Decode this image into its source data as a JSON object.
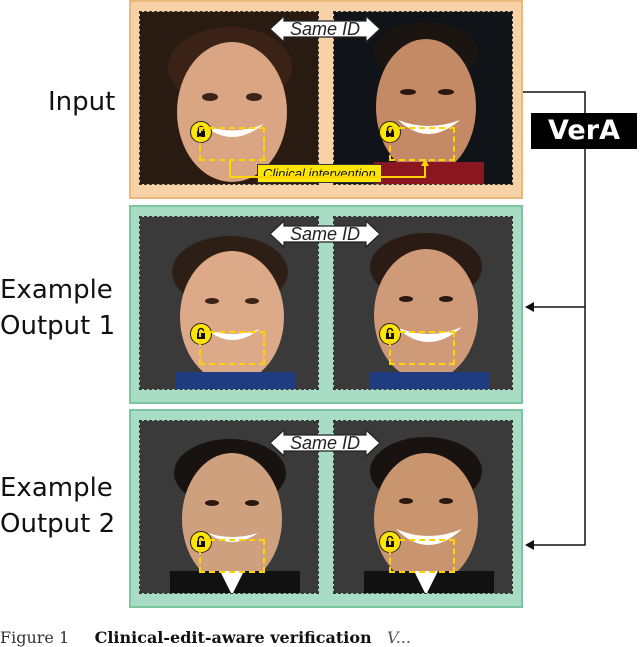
{
  "row_labels": {
    "input": "Input",
    "output1_line1": "Example",
    "output1_line2": "Output 1",
    "output2_line1": "Example",
    "output2_line2": "Output 2"
  },
  "same_id_label": "Same ID",
  "clinical_label": "Clinical intervention",
  "vera_label": "VerA",
  "caption": {
    "prefix": "Figure 1",
    "bold": "Clinical-edit-aware verification",
    "trail": "V..."
  },
  "colors": {
    "input_panel": "#f6d2a6",
    "output_panel": "#a9dcc4",
    "highlight": "#ffe600",
    "vera_bg": "#000000"
  },
  "icons": [
    "lock-icon",
    "double-arrow-icon",
    "arrow-left-icon"
  ]
}
